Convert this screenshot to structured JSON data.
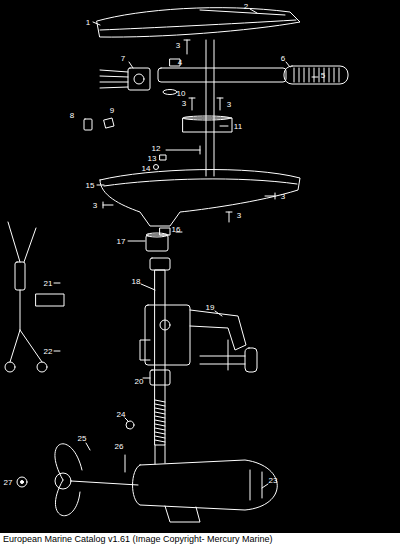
{
  "diagram": {
    "caption": "European Marine Catalog v1.61 (Image Copyright- Mercury Marine)",
    "labels": [
      "2",
      "1",
      "3",
      "7",
      "6",
      "4",
      "5",
      "10",
      "3",
      "3",
      "8",
      "9",
      "11",
      "12",
      "13",
      "14",
      "15",
      "3",
      "3",
      "3",
      "16",
      "17",
      "18",
      "21",
      "19",
      "22",
      "20",
      "24",
      "25",
      "26",
      "23",
      "27"
    ]
  }
}
